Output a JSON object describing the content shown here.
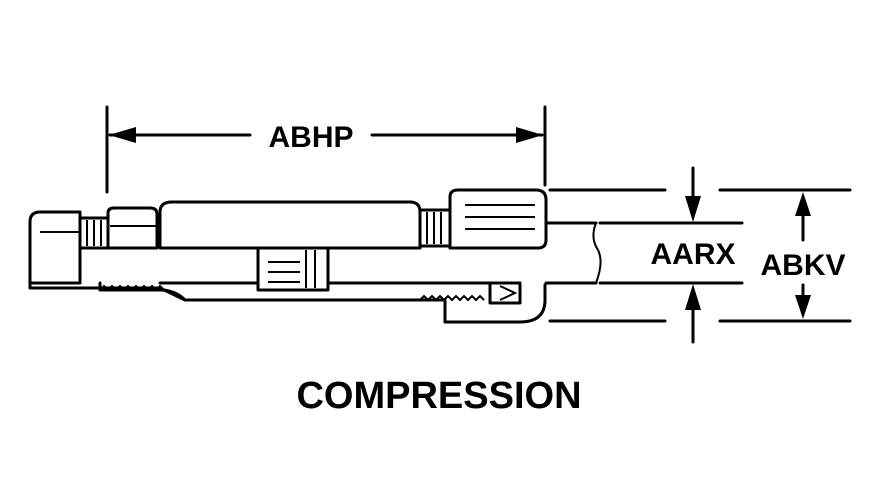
{
  "diagram": {
    "dimensions": {
      "length_label": "ABHP",
      "inner_dia_label": "AARX",
      "outer_dia_label": "ABKV"
    },
    "caption": "COMPRESSION",
    "colors": {
      "stroke": "#000000",
      "background": "#ffffff"
    }
  }
}
